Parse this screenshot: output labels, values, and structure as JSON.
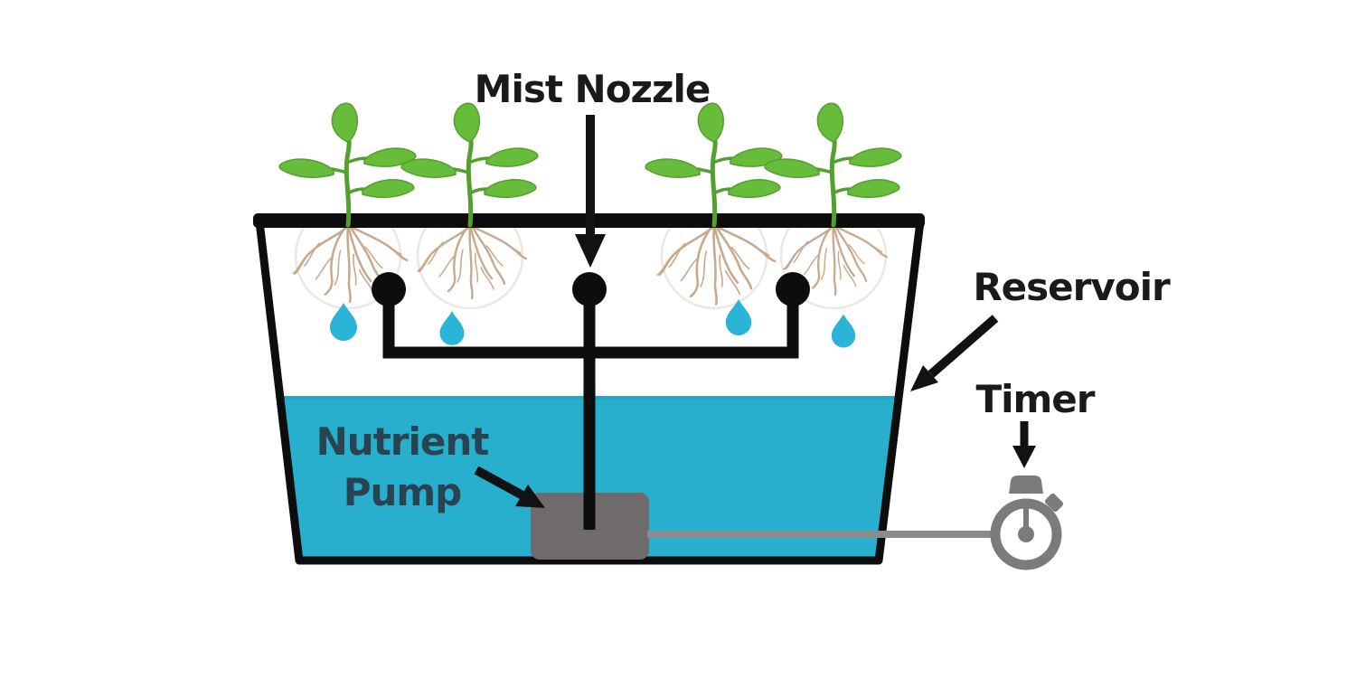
{
  "diagram": {
    "type": "illustration",
    "subject": "Aeroponic misting system: plants rooted over a reservoir, fed by mist nozzles from a nutrient pump controlled by a timer",
    "labels": {
      "mist_nozzle": "Mist Nozzle",
      "nutrient_pump": [
        "Nutrient",
        "Pump"
      ],
      "reservoir": "Reservoir",
      "timer": "Timer"
    },
    "counts": {
      "plants": 4,
      "mist_nozzles": 3,
      "water_droplets": 4,
      "root_clusters": 4
    },
    "colors": {
      "water": "#29afce",
      "droplet": "#2bb4d8",
      "leaf_green": "#68bc3b",
      "stem_green": "#52a02e",
      "roots_tan": "#c8a98b",
      "pump_gray": "#6f6b6b",
      "wire_gray": "#8b8b8b",
      "timer_gray": "#7b7b7b",
      "outline_black": "#0d0d0d",
      "label_text": "#1a1a1a"
    }
  }
}
